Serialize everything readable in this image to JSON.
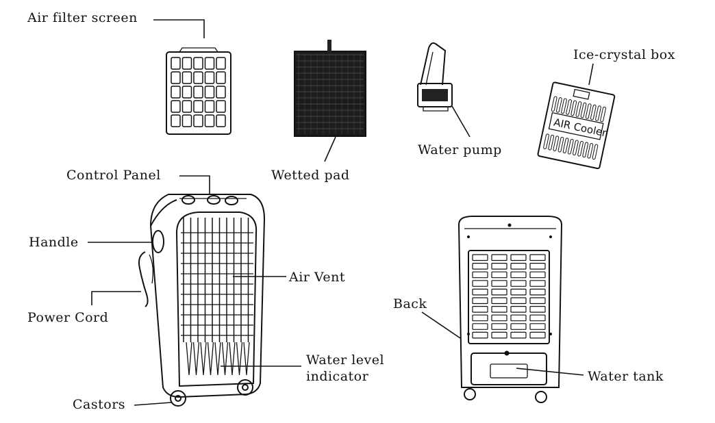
{
  "labels": {
    "air_filter_screen": "Air filter screen",
    "wetted_pad": "Wetted pad",
    "water_pump": "Water pump",
    "ice_crystal_box": "Ice-crystal box",
    "ice_box_print": "AIR Cooler",
    "control_panel": "Control Panel",
    "handle": "Handle",
    "power_cord": "Power Cord",
    "air_vent": "Air Vent",
    "water_level_line1": "Water level",
    "water_level_line2": "indicator",
    "castors": "Castors",
    "back": "Back",
    "water_tank": "Water tank"
  }
}
